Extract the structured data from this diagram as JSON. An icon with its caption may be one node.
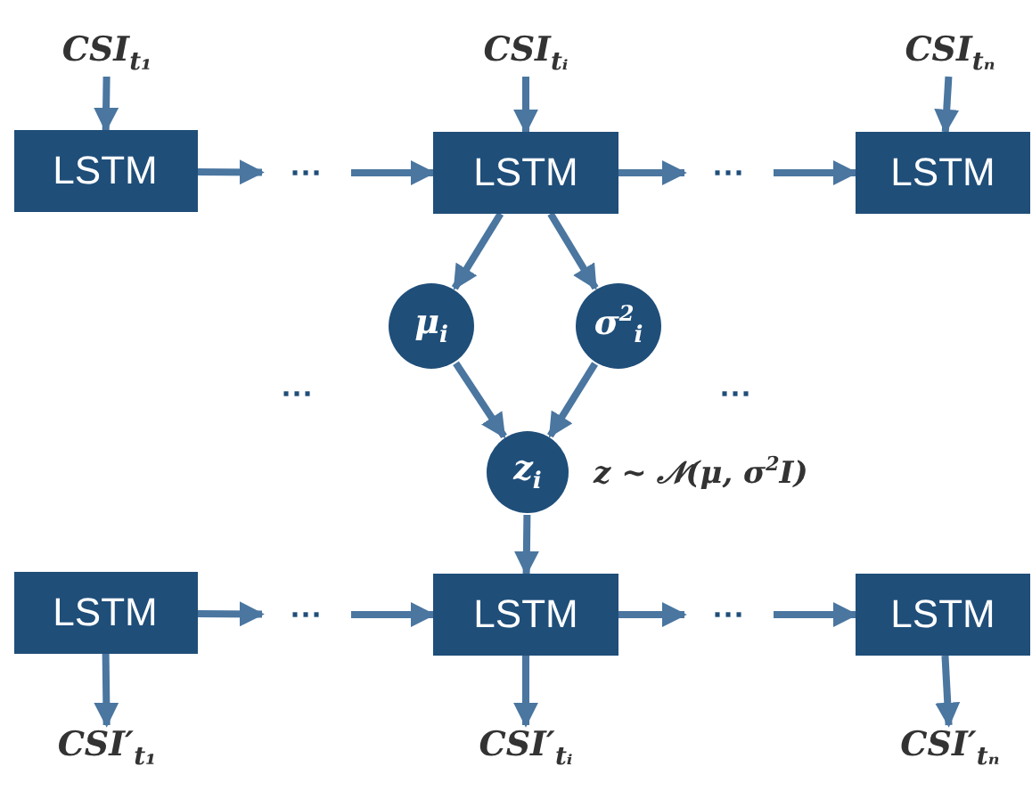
{
  "diagram": {
    "nodes": [
      {
        "text": [
          "CSI$_{t₁}$"
        ]
      },
      {
        "text": [
          "CSI$_{tᵢ}$"
        ]
      },
      {
        "text": [
          "CSI$_{tₙ}$"
        ]
      },
      {
        "text": [
          "LSTM"
        ]
      },
      {
        "text": [
          "···"
        ]
      },
      {
        "text": [
          "LSTM"
        ]
      },
      {
        "text": [
          "···"
        ]
      },
      {
        "text": [
          "LSTM"
        ]
      },
      {
        "text": [
          "μ$_{i}$"
        ]
      },
      {
        "text": [
          "σ$^{2}$$_{i}$"
        ]
      },
      {
        "text": [
          "z$_{i}$"
        ],
        "beside": [
          "z ~ 𝒩(μ, σ$^{2}$I)"
        ]
      },
      {
        "text": [
          "LSTM"
        ]
      },
      {
        "text": [
          "···"
        ]
      },
      {
        "text": [
          "LSTM"
        ]
      },
      {
        "text": [
          "···"
        ]
      },
      {
        "text": [
          "LSTM"
        ]
      },
      {
        "text": [
          "CSI′$_{t₁}$"
        ]
      },
      {
        "text": [
          "CSI′$_{tᵢ}$"
        ]
      },
      {
        "text": [
          "CSI′$_{tₙ}$"
        ]
      }
    ],
    "edges": [
      {
        "from": 0,
        "to": 3,
        "arrow": "to"
      },
      {
        "from": 1,
        "to": 5,
        "arrow": "to"
      },
      {
        "from": 2,
        "to": 7,
        "arrow": "to"
      },
      {
        "from": 3,
        "to": 4,
        "arrow": "to"
      },
      {
        "from": 4,
        "to": 5,
        "arrow": "to"
      },
      {
        "from": 5,
        "to": 6,
        "arrow": "to"
      },
      {
        "from": 6,
        "to": 7,
        "arrow": "to"
      },
      {
        "from": 5,
        "to": 8,
        "arrow": "to"
      },
      {
        "from": 5,
        "to": 9,
        "arrow": "to"
      },
      {
        "from": 8,
        "to": 10,
        "arrow": "to"
      },
      {
        "from": 9,
        "to": 10,
        "arrow": "to"
      },
      {
        "from": 10,
        "to": 13,
        "arrow": "to"
      },
      {
        "from": 11,
        "to": 12,
        "arrow": "to"
      },
      {
        "from": 12,
        "to": 13,
        "arrow": "to"
      },
      {
        "from": 13,
        "to": 14,
        "arrow": "to"
      },
      {
        "from": 14,
        "to": 15,
        "arrow": "to"
      },
      {
        "from": 11,
        "to": 16,
        "arrow": "to"
      },
      {
        "from": 13,
        "to": 17,
        "arrow": "to"
      },
      {
        "from": 15,
        "to": 18,
        "arrow": "to"
      }
    ],
    "labels": [
      "···",
      "···"
    ]
  }
}
